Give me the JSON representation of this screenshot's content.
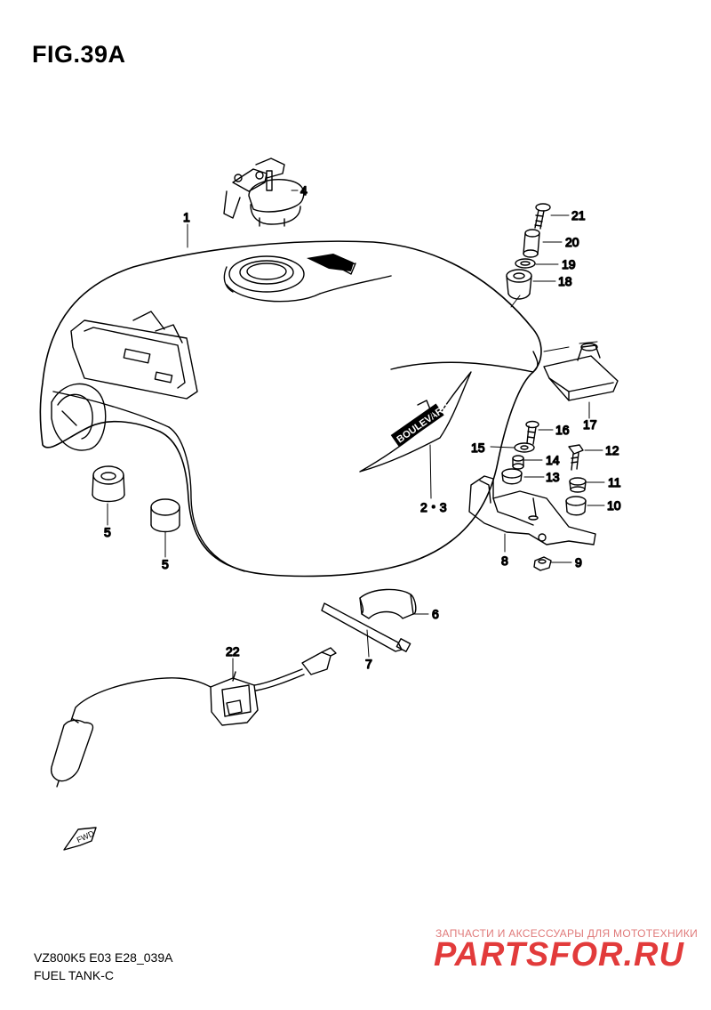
{
  "figure": {
    "title": "FIG.39A"
  },
  "callouts": [
    {
      "id": "c1",
      "label": "1"
    },
    {
      "id": "c4",
      "label": "4"
    },
    {
      "id": "c21",
      "label": "21"
    },
    {
      "id": "c20",
      "label": "20"
    },
    {
      "id": "c19",
      "label": "19"
    },
    {
      "id": "c18",
      "label": "18"
    },
    {
      "id": "c17",
      "label": "17"
    },
    {
      "id": "c16",
      "label": "16"
    },
    {
      "id": "c15",
      "label": "15"
    },
    {
      "id": "c14",
      "label": "14"
    },
    {
      "id": "c13",
      "label": "13"
    },
    {
      "id": "c12",
      "label": "12"
    },
    {
      "id": "c11",
      "label": "11"
    },
    {
      "id": "c10",
      "label": "10"
    },
    {
      "id": "c9",
      "label": "9"
    },
    {
      "id": "c8",
      "label": "8"
    },
    {
      "id": "c23",
      "label": "2・3"
    },
    {
      "id": "c5a",
      "label": "5"
    },
    {
      "id": "c5b",
      "label": "5"
    },
    {
      "id": "c6",
      "label": "6"
    },
    {
      "id": "c7",
      "label": "7"
    },
    {
      "id": "c22",
      "label": "22"
    }
  ],
  "tank_badge": "BOULEVARD",
  "fwd_arrow": "FWD",
  "footer": {
    "code": "VZ800K5 E03 E28_039A",
    "name": "FUEL TANK-C"
  },
  "watermark": {
    "line1": "ЗАПЧАСТИ И АКСЕССУАРЫ ДЛЯ МОТОТЕХНИКИ",
    "line2": "PARTSFOR.RU"
  }
}
